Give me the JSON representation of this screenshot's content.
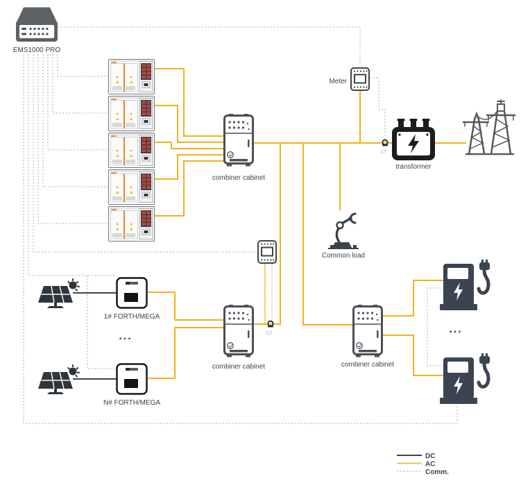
{
  "diagram": {
    "ems": {
      "label": "EMS1000 PRO"
    },
    "meter": {
      "label": "Meter"
    },
    "transformer": {
      "label": "transformer"
    },
    "combiner_top": {
      "label": "combiner cabinet"
    },
    "combiner_bottom_left": {
      "label": "combiner cabinet"
    },
    "combiner_bottom_right": {
      "label": "combiner cabinet"
    },
    "common_load": {
      "label": "Common load"
    },
    "inverter_first": {
      "label": "1# FORTH/MEGA"
    },
    "inverter_last": {
      "label": "N# FORTH/MEGA"
    },
    "ct_grid": {
      "label": "CT"
    },
    "ct_storage": {
      "label": "CT"
    },
    "ellipsis_inverters": {
      "label": "..."
    },
    "ellipsis_chargers": {
      "label": "..."
    },
    "battery_cabinet_count": 5,
    "ev_charger_count": 2
  },
  "legend": {
    "dc": {
      "label": "DC"
    },
    "ac": {
      "label": "AC"
    },
    "comm": {
      "label": "Comm."
    }
  },
  "colors": {
    "ac_line": "#f0b11d",
    "dc_line": "#3f4347",
    "comm_line": "#ababab",
    "icon_dark": "#3b4450",
    "cabinet_stripe_orange": "#e8821e",
    "battery_module_red": "#c2453a"
  }
}
